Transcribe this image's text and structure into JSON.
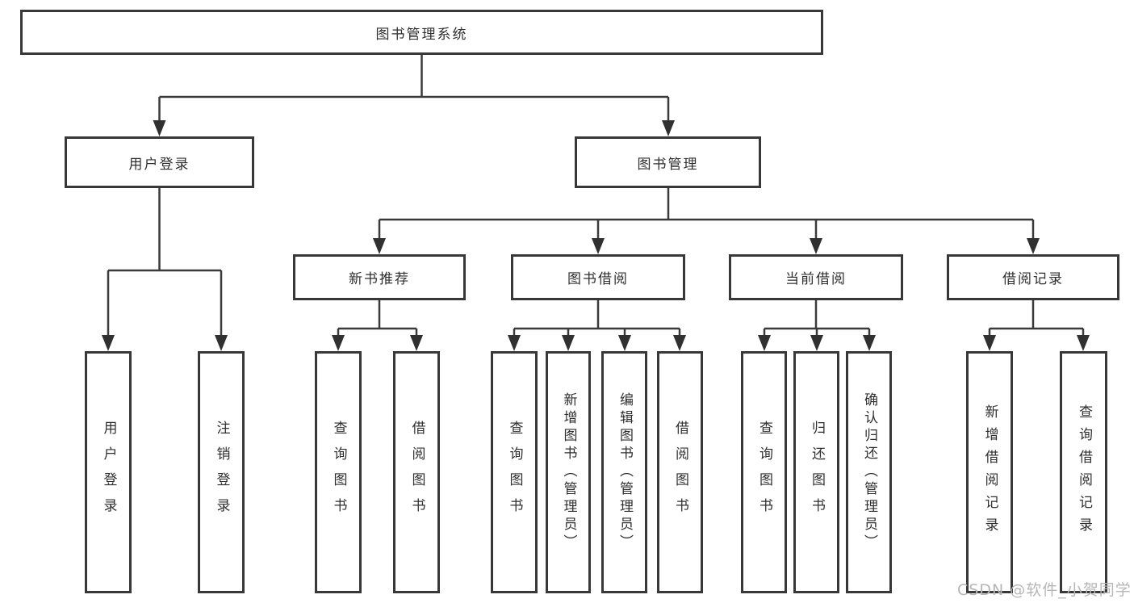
{
  "page": {
    "background": "#ffffff"
  },
  "colors": {
    "line": "#3a3a3a",
    "box_border": "#383838",
    "text": "#2f2f2f",
    "watermark": "#b6b6b6"
  },
  "diagram": {
    "root": {
      "label": "图书管理系统"
    },
    "branches": [
      {
        "label": "用户登录",
        "leaves": [
          {
            "label": "用户登录"
          },
          {
            "label": "注销登录"
          }
        ]
      },
      {
        "label": "图书管理",
        "groups": [
          {
            "label": "新书推荐",
            "leaves": [
              {
                "label": "查询图书"
              },
              {
                "label": "借阅图书"
              }
            ]
          },
          {
            "label": "图书借阅",
            "leaves": [
              {
                "label": "查询图书"
              },
              {
                "label": "新增图书（管理员）"
              },
              {
                "label": "编辑图书（管理员）"
              },
              {
                "label": "借阅图书"
              }
            ]
          },
          {
            "label": "当前借阅",
            "leaves": [
              {
                "label": "查询图书"
              },
              {
                "label": "归还图书"
              },
              {
                "label": "确认归还（管理员）"
              }
            ]
          },
          {
            "label": "借阅记录",
            "leaves": [
              {
                "label": "新增借阅记录"
              },
              {
                "label": "查询借阅记录"
              }
            ]
          }
        ]
      }
    ]
  },
  "watermark": {
    "text": "CSDN @软件_小贺同学"
  }
}
